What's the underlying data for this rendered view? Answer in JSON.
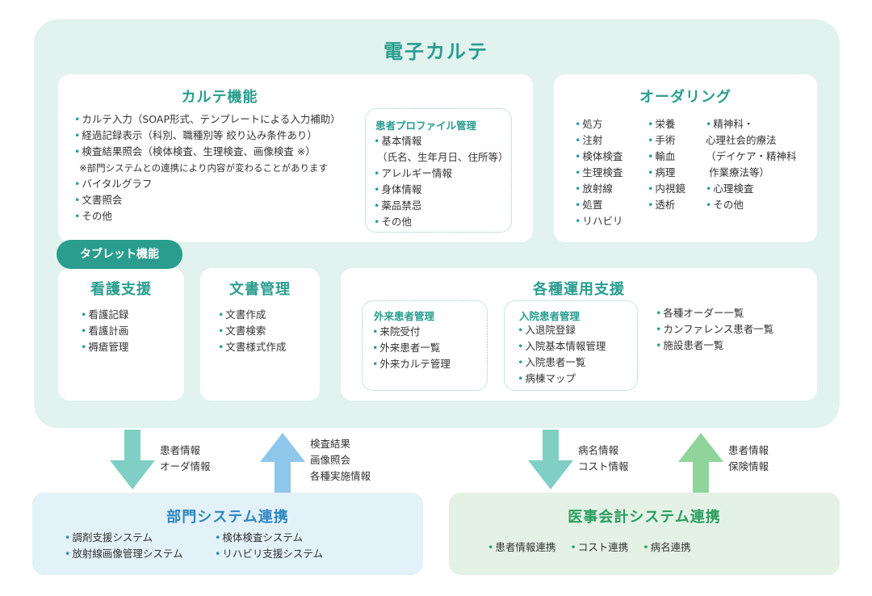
{
  "title": "電子カルテ",
  "karte": {
    "title": "カルテ機能",
    "items": [
      "カルテ入力（SOAP形式、テンプレートによる入力補助）",
      "経過記録表示（科別、職種別等 絞り込み条件あり）",
      "検査結果照会（検体検査、生理検査、画像検査 ※）"
    ],
    "note": "※部門システムとの連携により内容が変わることがあります",
    "items2": [
      "バイタルグラフ",
      "文書照会",
      "その他"
    ],
    "profile": {
      "title": "患者プロファイル管理",
      "item1": "基本情報",
      "item1_sub": "（氏名、生年月日、住所等）",
      "items": [
        "アレルギー情報",
        "身体情報",
        "薬品禁忌",
        "その他"
      ]
    }
  },
  "ordering": {
    "title": "オーダリング",
    "col1": [
      "処方",
      "注射",
      "検体検査",
      "生理検査",
      "放射線",
      "処置",
      "リハビリ"
    ],
    "col2": [
      "栄養",
      "手術",
      "輸血",
      "病理",
      "内視鏡",
      "透析"
    ],
    "col3_first": "精神科・",
    "col3_lines": [
      "心理社会的療法",
      "（デイケア・精神科",
      "作業療法等）"
    ],
    "col3_rest": [
      "心理検査",
      "その他"
    ]
  },
  "tablet": {
    "label": "タブレット機能"
  },
  "nursing": {
    "title": "看護支援",
    "items": [
      "看護記録",
      "看護計画",
      "褥瘡管理"
    ]
  },
  "docs": {
    "title": "文書管理",
    "items": [
      "文書作成",
      "文書検索",
      "文書様式作成"
    ]
  },
  "ops": {
    "title": "各種運用支援",
    "outpatient": {
      "title": "外来患者管理",
      "items": [
        "来院受付",
        "外来患者一覧",
        "外来カルテ管理"
      ]
    },
    "inpatient": {
      "title": "入院患者管理",
      "items": [
        "入退院登録",
        "入院基本情報管理",
        "入院患者一覧",
        "病棟マップ"
      ]
    },
    "other": [
      "各種オーダー一覧",
      "カンファレンス患者一覧",
      "施設患者一覧"
    ]
  },
  "arrows": {
    "a1": [
      "患者情報",
      "オーダ情報"
    ],
    "a2": [
      "検査結果",
      "画像照会",
      "各種実施情報"
    ],
    "a3": [
      "病名情報",
      "コスト情報"
    ],
    "a4": [
      "患者情報",
      "保険情報"
    ]
  },
  "dept": {
    "title": "部門システム連携",
    "col1": [
      "調剤支援システム",
      "放射線画像管理システム"
    ],
    "col2": [
      "検体検査システム",
      "リハビリ支援システム"
    ]
  },
  "acct": {
    "title": "医事会計システム連携",
    "items": [
      "患者情報連携",
      "コスト連携",
      "病名連携"
    ]
  },
  "colors": {
    "teal": "#2a9d8f",
    "outer_bg": "#e1f2ef",
    "arrow_teal": "#7fcfc4",
    "arrow_blue": "#8ec7ea",
    "arrow_green": "#8fd49a",
    "dept_bg": "#e3f1f9",
    "acct_bg": "#e4f2e6"
  }
}
